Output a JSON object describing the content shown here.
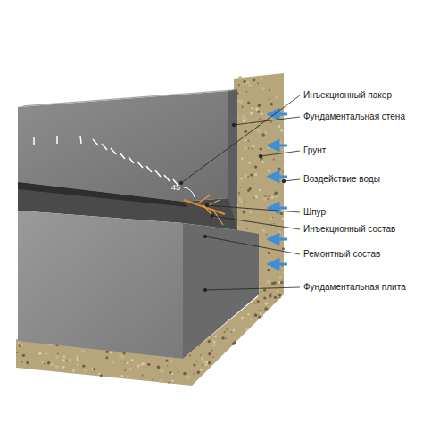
{
  "diagram": {
    "labels": [
      "Инъекционный пакер",
      "Фундаментальная стена",
      "Грунт",
      "Воздействие воды",
      "Шпур",
      "Инъекционный состав",
      "Ремонтный состав",
      "Фундаментальная плита",
      "45"
    ]
  }
}
